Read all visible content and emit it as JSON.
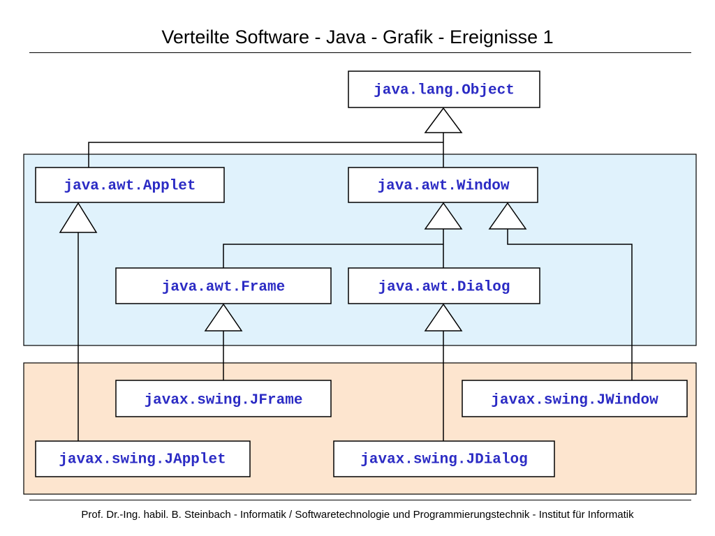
{
  "header": {
    "title": "Verteilte Software - Java - Grafik - Ereignisse 1"
  },
  "footer": {
    "text": "Prof. Dr.-Ing. habil. B. Steinbach - Informatik / Softwaretechnologie und Programmierungstechnik - Institut für Informatik"
  },
  "colors": {
    "awt_region": "#e0f2fc",
    "swing_region": "#fde5cf",
    "class_text": "#2b2bc4",
    "line": "#000000"
  },
  "classes": {
    "object": "java.lang.Object",
    "applet": "java.awt.Applet",
    "window": "java.awt.Window",
    "frame": "java.awt.Frame",
    "dialog": "java.awt.Dialog",
    "jframe": "javax.swing.JFrame",
    "jwindow": "javax.swing.JWindow",
    "japplet": "javax.swing.JApplet",
    "jdialog": "javax.swing.JDialog"
  }
}
